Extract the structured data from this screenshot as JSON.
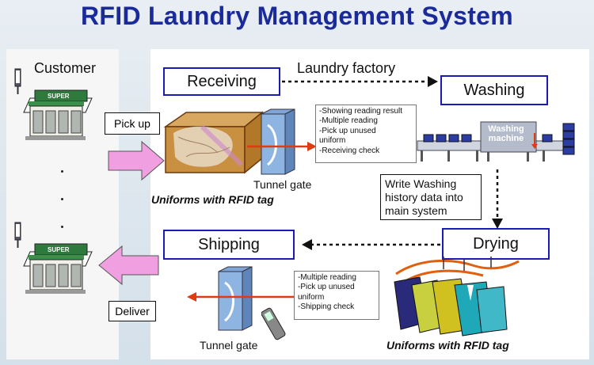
{
  "title": "RFID Laundry Management  System",
  "customer": {
    "label": "Customer"
  },
  "factory": {
    "label": "Laundry factory"
  },
  "steps": {
    "receiving": "Receiving",
    "washing": "Washing",
    "drying": "Drying",
    "shipping": "Shipping"
  },
  "actions": {
    "pickup": "Pick up",
    "deliver": "Deliver"
  },
  "tunnel_gate": "Tunnel gate",
  "uniforms_label": "Uniforms with RFID tag",
  "machine_label": "Washing\nmachine",
  "store_sign": "SUPER",
  "receiving_notes": [
    "-Showing reading result",
    "-Multiple reading",
    "-Pick up unused",
    " uniform",
    "-Receiving check"
  ],
  "shipping_notes": [
    "-Multiple reading",
    "-Pick up unused",
    " uniform",
    "-Shipping check"
  ],
  "history_note": [
    "Write Washing",
    "history data into",
    "main system"
  ],
  "colors": {
    "title": "#1a2a9a",
    "box_border": "#1a1ab8",
    "pink_arrow": "#f0a0e0",
    "red_arrow": "#e03a10"
  }
}
